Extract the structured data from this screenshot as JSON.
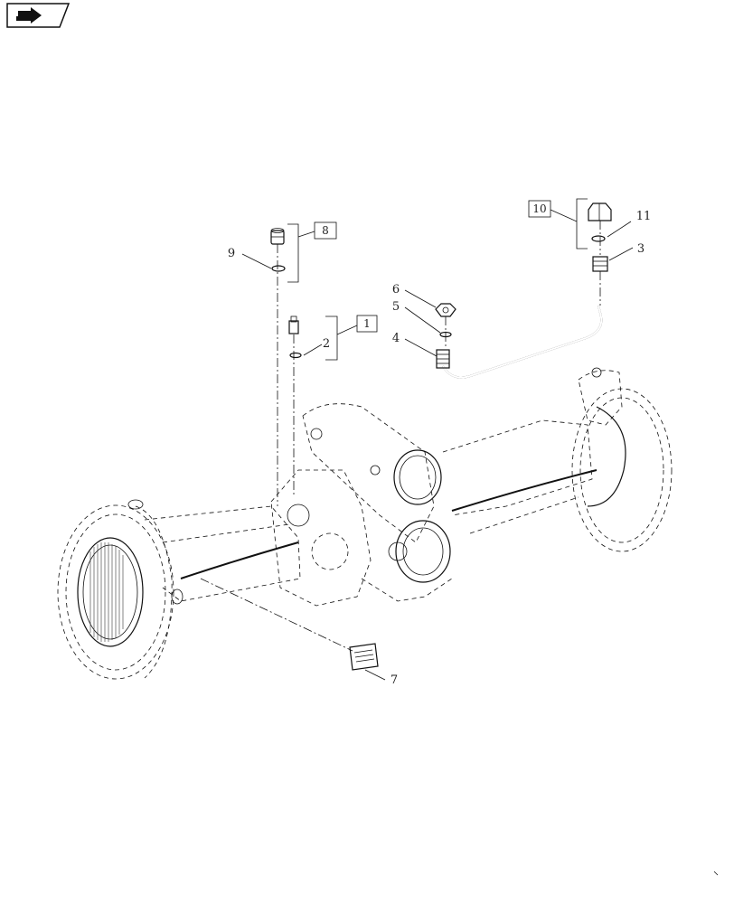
{
  "nav": {
    "icon": "next-page-arrow-icon"
  },
  "callouts": {
    "c1": "1",
    "c2": "2",
    "c3": "3",
    "c4": "4",
    "c5": "5",
    "c6": "6",
    "c7": "7",
    "c8": "8",
    "c9": "9",
    "c10": "10",
    "c11": "11"
  },
  "colors": {
    "ink": "#111111",
    "paper": "#ffffff"
  }
}
